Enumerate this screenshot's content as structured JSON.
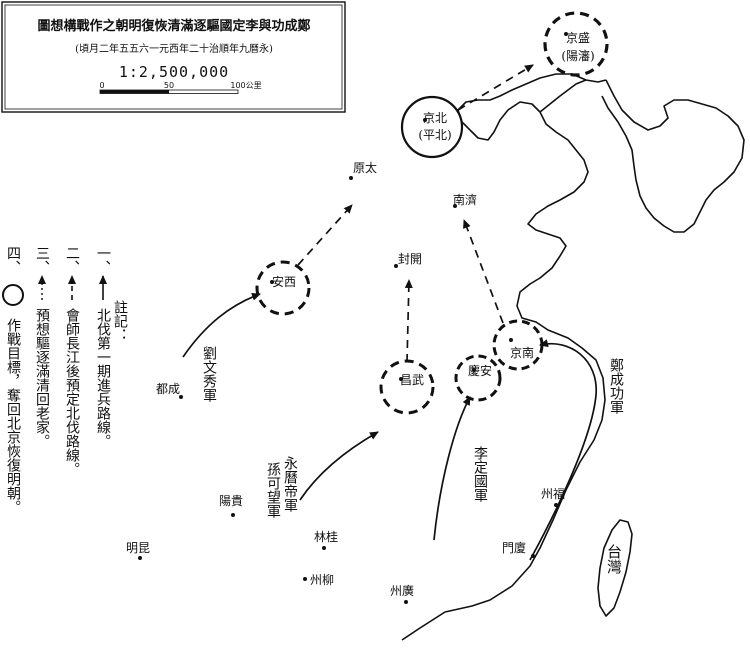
{
  "title_box": {
    "title": "圖想構戰作之朝明復恢清滿逐驅國定李與功成鄭",
    "subtitle": "(頃月二年五五六一元西年二十治順年九曆永)",
    "scale": "1:2,500,000",
    "scale_ticks": [
      "0",
      "50",
      "100公里"
    ]
  },
  "cities": [
    {
      "name": "京盛",
      "sub": "(陽瀋)"
    },
    {
      "name": "京北",
      "sub": "(平北)"
    },
    {
      "name": "原太"
    },
    {
      "name": "南濟"
    },
    {
      "name": "封開"
    },
    {
      "name": "安西"
    },
    {
      "name": "都成"
    },
    {
      "name": "昌武"
    },
    {
      "name": "慶安"
    },
    {
      "name": "京南"
    },
    {
      "name": "陽貴"
    },
    {
      "name": "明昆"
    },
    {
      "name": "林桂"
    },
    {
      "name": "州柳"
    },
    {
      "name": "州廣"
    },
    {
      "name": "州福"
    },
    {
      "name": "門廈"
    }
  ],
  "armies": [
    {
      "name": "劉文秀軍"
    },
    {
      "name": "孫可望軍"
    },
    {
      "name": "永曆帝軍"
    },
    {
      "name": "李定國軍"
    },
    {
      "name": "鄭成功軍"
    }
  ],
  "island": {
    "name": "台灣"
  },
  "legend": {
    "heading": "註記：",
    "items": [
      {
        "num": "一、",
        "text": "北伐第一期進兵路線。"
      },
      {
        "num": "二、",
        "text": "會師長江後預定北伐路線。"
      },
      {
        "num": "三、",
        "text": "預想驅逐滿清回老家。"
      },
      {
        "num": "四、",
        "text": "作戰目標，奪回北京恢復明朝。"
      }
    ]
  }
}
